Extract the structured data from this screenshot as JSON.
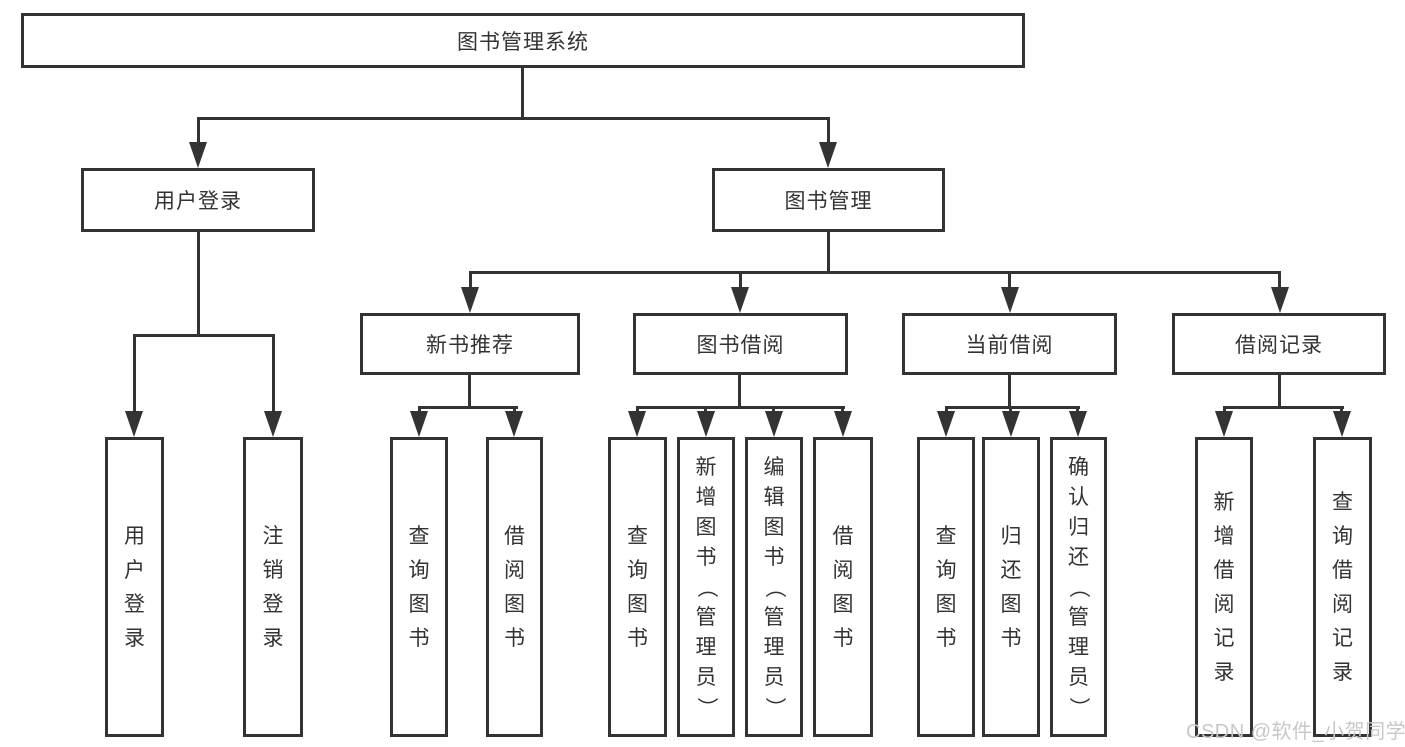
{
  "colors": {
    "line": "#333333",
    "text": "#333333",
    "watermark": "#c8c8c8",
    "background": "#ffffff"
  },
  "watermark": "CSDN @软件_小贺同学",
  "tree": {
    "root": {
      "label": "图书管理系统"
    },
    "branches": [
      {
        "label": "用户登录",
        "children": [
          {
            "label": "用户登录"
          },
          {
            "label": "注销登录"
          }
        ]
      },
      {
        "label": "图书管理",
        "children": [
          {
            "label": "新书推荐",
            "children": [
              {
                "label": "查询图书"
              },
              {
                "label": "借阅图书"
              }
            ]
          },
          {
            "label": "图书借阅",
            "children": [
              {
                "label": "查询图书"
              },
              {
                "label": "新增图书（管理员）"
              },
              {
                "label": "编辑图书（管理员）"
              },
              {
                "label": "借阅图书"
              }
            ]
          },
          {
            "label": "当前借阅",
            "children": [
              {
                "label": "查询图书"
              },
              {
                "label": "归还图书"
              },
              {
                "label": "确认归还（管理员）"
              }
            ]
          },
          {
            "label": "借阅记录",
            "children": [
              {
                "label": "新增借阅记录"
              },
              {
                "label": "查询借阅记录"
              }
            ]
          }
        ]
      }
    ]
  }
}
